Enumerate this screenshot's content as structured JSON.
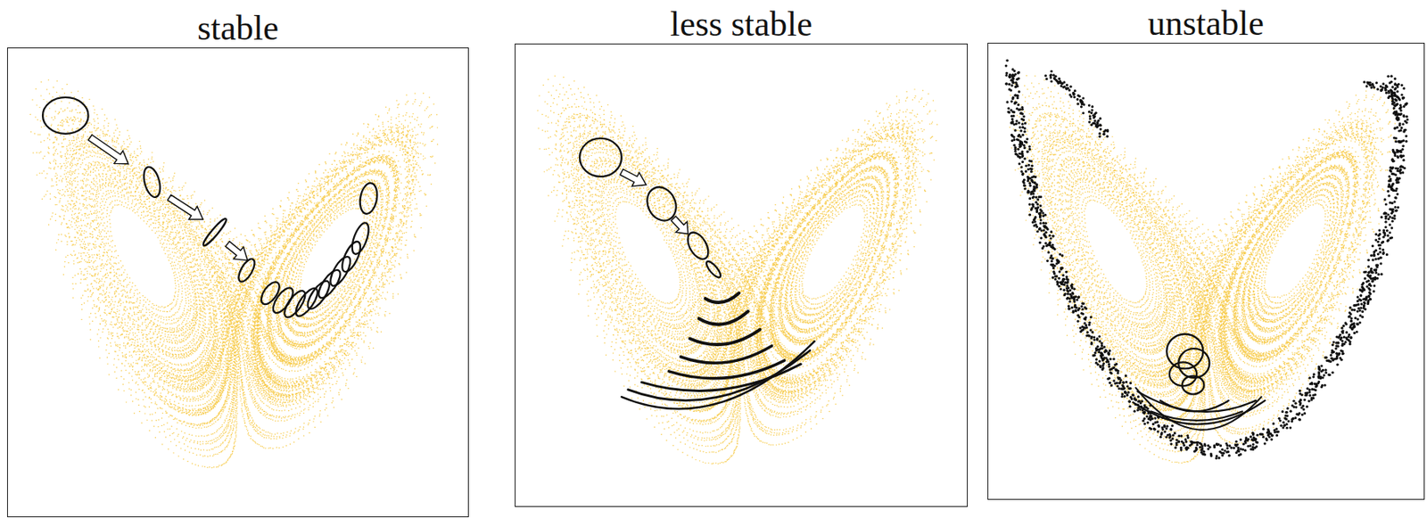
{
  "diagram": {
    "nodes": [
      {
        "text": [
          "stable"
        ]
      },
      {
        "text": [
          "less stable"
        ]
      },
      {
        "text": [
          "unstable"
        ]
      }
    ]
  }
}
